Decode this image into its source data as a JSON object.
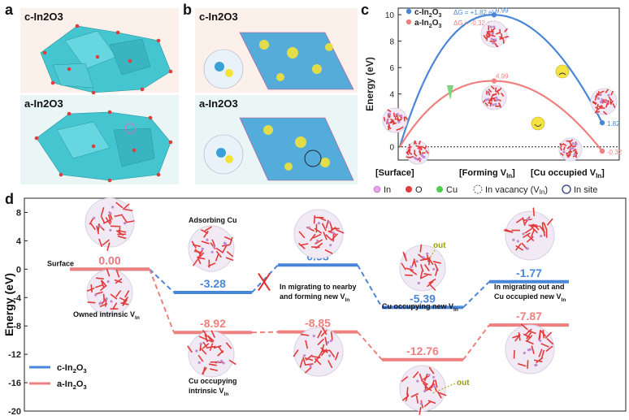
{
  "panel_a": {
    "letter": "a",
    "top_label": "c-In2O3",
    "bottom_label": "a-In2O3"
  },
  "panel_b": {
    "letter": "b",
    "top_label": "c-In2O3",
    "bottom_label": "a-In2O3"
  },
  "legend_elements": {
    "in": "In",
    "o": "O",
    "cu": "Cu",
    "vacancy": "In vacancy (V",
    "vacancy_sub": "In",
    "vacancy_close": ")",
    "site": "In site"
  },
  "colors": {
    "c_series": "#4a86d8",
    "a_series": "#f08080",
    "a_bg": "#fbf1ea",
    "a_bg2": "#eaf6f6",
    "crystal": "#3cc3cf",
    "atom_o": "#e03c3c"
  },
  "chart_data": [
    {
      "type": "line",
      "panel": "c",
      "ylabel": "Energy (eV)",
      "ylim": [
        -1,
        10.5
      ],
      "yticks": [
        0,
        2,
        4,
        6,
        8,
        10
      ],
      "x_labels": [
        "[Surface]",
        "[Forming V",
        "[Cu occupied V"
      ],
      "x_label_subs": [
        "",
        "In",
        "In"
      ],
      "x_label_closes": [
        "",
        "]",
        "]"
      ],
      "series": [
        {
          "name": "c-In2O3",
          "dG_label": "ΔG = +1.82 eV",
          "points": [
            0,
            9.99,
            1.82
          ],
          "value_labels": [
            "",
            "9.99",
            "1.82"
          ]
        },
        {
          "name": "a-In2O3",
          "dG_label": "ΔG = -0.32 eV",
          "points": [
            0,
            4.99,
            -0.32
          ],
          "value_labels": [
            "",
            "4.99",
            "-0.32"
          ]
        }
      ]
    },
    {
      "type": "line",
      "panel": "d",
      "ylabel": "Energy (eV)",
      "ylim": [
        -20,
        10
      ],
      "yticks": [
        8,
        4,
        0,
        -4,
        -8,
        -12,
        -16,
        -20
      ],
      "series": [
        {
          "name": "c-In2O3",
          "values": [
            0.0,
            -3.28,
            0.58,
            -5.39,
            -1.77
          ],
          "labels": [
            "0.00",
            "-3.28",
            "0.58",
            "-5.39",
            "-1.77"
          ]
        },
        {
          "name": "a-In2O3",
          "values": [
            0.0,
            -8.92,
            -8.85,
            -12.76,
            -7.87
          ],
          "labels": [
            "0.00",
            "-8.92",
            "-8.85",
            "-12.76",
            "-7.87"
          ]
        }
      ],
      "annotations": {
        "surface": "Surface",
        "owned": "Owned intrinsic V",
        "owned_sub": "In",
        "adsorbing": "Adsorbing Cu",
        "cu_occ_intr_1": "Cu occupying",
        "cu_occ_intr_2": "intrinsic V",
        "cu_occ_intr_sub": "In",
        "migrating_1": "In migrating to nearby",
        "migrating_2": "and forming new V",
        "migrating_sub": "In",
        "cu_occ_new": "Cu occupying new V",
        "cu_occ_new_sub": "In",
        "migr_out_1": "In migrating out and",
        "migr_out_2": "Cu occupied new V",
        "migr_out_sub": "In",
        "out1": "out",
        "out2": "out",
        "legend_c": "c-In2O3",
        "legend_a": "a-In2O3"
      }
    }
  ]
}
